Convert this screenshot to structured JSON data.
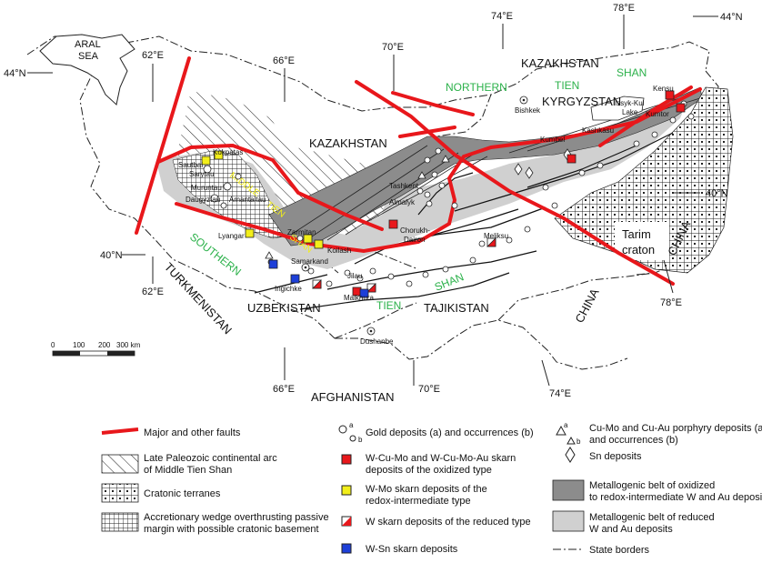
{
  "countries": {
    "kazakhstan_north": "KAZAKHSTAN",
    "kazakhstan_center": "KAZAKHSTAN",
    "kyrgyzstan": "KYRGYZSTAN",
    "uzbekistan": "UZBEKISTAN",
    "tajikistan": "TAJIKISTAN",
    "turkmenistan": "TURKMENISTAN",
    "afghanistan": "AFGHANISTAN",
    "china_1": "CHINA",
    "china_2": "CHINA",
    "aral_sea_1": "ARAL",
    "aral_sea_2": "SEA",
    "tarim_1": "Tarim",
    "tarim_2": "craton",
    "issyk_1": "Issyk-Kul",
    "issyk_2": "Lake"
  },
  "tien_shan_labels": {
    "northern": "NORTHERN",
    "tien_n": "TIEN",
    "shan_n": "SHAN",
    "southern": "SOUTHERN",
    "tien_s": "TIEN",
    "shan_s": "SHAN",
    "middle_tien": "TIEN",
    "middle_shan": "SHAN",
    "middle_label": "MIDDLE"
  },
  "coordinates": {
    "lat44_w": "44°N",
    "lat44_e": "44°N",
    "lat40_w": "40°N",
    "lat40_e": "40°N",
    "lon62_top": "62°E",
    "lon62_bottom": "62°E",
    "lon66_top": "66°E",
    "lon66_bottom": "66°E",
    "lon70_top": "70°E",
    "lon70_bottom": "70°E",
    "lon74_top": "74°E",
    "lon74_bottom": "74°E",
    "lon78_top": "78°E",
    "lon78_bottom": "78°E"
  },
  "places": {
    "kokpatas": "Kokpatas",
    "sautbai": "Sautbai",
    "sarytau": "Sarytau",
    "muruntau": "Muruntau",
    "daugyztau": "Daugyztau",
    "amantaitau": "Amantaitau",
    "lyangar": "Lyangar",
    "zarmitan": "Zarmitan",
    "koilash": "Koilash",
    "samarkand": "Samarkand",
    "ingichke": "Ingichke",
    "jilau": "Jilau",
    "maikhura": "Maikhura",
    "dushanbe": "Dushanbe",
    "tashkent": "Tashkent",
    "almalyk": "Almalyk",
    "chorukh_1": "Chorukh-",
    "chorukh_2": "Dairon",
    "meliksu": "Meliksu",
    "bishkek": "Bishkek",
    "kumbel": "Kumbel",
    "kashkasu": "Kashkasu",
    "kensu": "Kensu",
    "kumtor": "Kumtor"
  },
  "scale": {
    "ticks": [
      "0",
      "100",
      "200",
      "300 km"
    ]
  },
  "legend": {
    "faults": "Major and other faults",
    "arc_1": "Late Paleozoic continental arc",
    "arc_2": "of Middle Tien Shan",
    "cratonic": "Cratonic terranes",
    "wedge_1": "Accretionary wedge overthrusting passive",
    "wedge_2": "margin with possible cratonic basement",
    "gold": "Gold deposits (a) and occurrences (b)",
    "gold_a": "a",
    "gold_b": "b",
    "wcumo_1": "W-Cu-Mo and W-Cu-Mo-Au skarn",
    "wcumo_2": "deposits of the oxidized type",
    "wmo_1": "W-Mo skarn deposits of the",
    "wmo_2": "redox-intermediate type",
    "wreduced": "W skarn deposits of the reduced type",
    "wsn": "W-Sn skarn deposits",
    "porphyry_1": "Cu-Mo and Cu-Au porphyry deposits (a)",
    "porphyry_2": "and occurrences (b)",
    "porphyry_a": "a",
    "porphyry_b": "b",
    "sn": "Sn deposits",
    "belt_ox_1": "Metallogenic belt of oxidized",
    "belt_ox_2": "to redox-intermediate W and Au deposits",
    "belt_red_1": "Metallogenic belt of reduced",
    "belt_red_2": "W and Au deposits",
    "borders": "State borders"
  },
  "colors": {
    "fault": "#e8171b",
    "belt_dark": "#8c8c8c",
    "belt_light": "#d0d0d0",
    "oxidized_square": "#e8171b",
    "intermediate_square": "#f2ee1a",
    "wsn_square": "#1d3fd8",
    "region_green": "#2bb14a"
  }
}
